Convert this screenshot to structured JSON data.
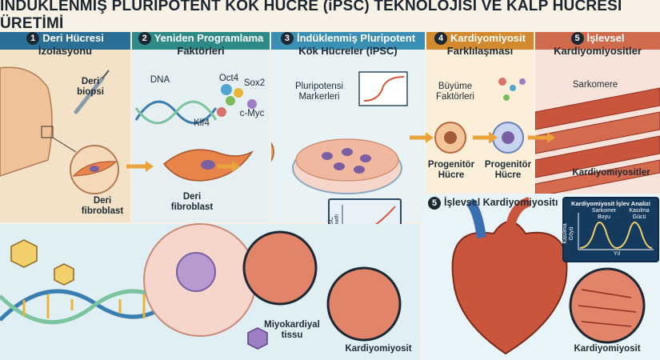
{
  "title": "İNDÜKLENMİŞ PLURİPOTENT KÖK HÜCRE (iPSC) TEKNOLOJİSİ VE KALP HÜCRESİ ÜRETİMİ",
  "steps": [
    {
      "num": "1",
      "line1": "Deri Hücresi",
      "line2": "İzolasyonu"
    },
    {
      "num": "2",
      "line1": "Yeniden Programlama",
      "line2": "Faktörleri"
    },
    {
      "num": "3",
      "line1": "İndüklenmiş Pluripotent",
      "line2": "Kök Hücreler (iPSC)"
    },
    {
      "num": "4",
      "line1": "Kardiyomiyosit",
      "line2": "Farklılaşması"
    },
    {
      "num": "5",
      "line1": "İşlevsel",
      "line2": "Kardiyomiyositler"
    }
  ],
  "labels": {
    "deri_biopsi": "Deri biopsi",
    "deri_fibroblast_1": "Deri fibroblast",
    "dna": "DNA",
    "oct4": "Oct4",
    "sox2": "Sox2",
    "klf4": "Klf4",
    "cmyc": "c-Myc",
    "deri_fibroblast_2": "Deri fibroblast",
    "pluripotensi": "Pluripotensi Markerleri",
    "buyume": "Büyüme Faktörleri",
    "progenitor_1": "Progenitör Hücre",
    "progenitor_2": "Progenitör Hücre",
    "sarkomere": "Sarkomere",
    "kardiyomiyositler": "Kardiyomiyositler",
    "ipsc_growth": "iPSC Growth",
    "miyokardiyal": "Miyokardiyal tissu",
    "kardiyomiyosit_1": "Kardiyomiyosit",
    "kardiyomiyosit_2": "Kardiyomiyosit"
  },
  "bottom_right": {
    "num": "5",
    "heading": "İşlevsel Kardiyomiyositı"
  },
  "analysis_chart": {
    "title": "Kardiyomiyosit İşlev Analizi",
    "peak1": "Sarkomer Boyu",
    "peak2": "Kasılma Gücü",
    "ylabel": "Kasılma Göyü",
    "xlabel": "Yıl"
  },
  "colors": {
    "skin": "#f0c29a",
    "fibroblast": "#e8834a",
    "stem_cell": "#f4a86c",
    "muscle": "#c9553d",
    "accent": "#1c2833"
  }
}
